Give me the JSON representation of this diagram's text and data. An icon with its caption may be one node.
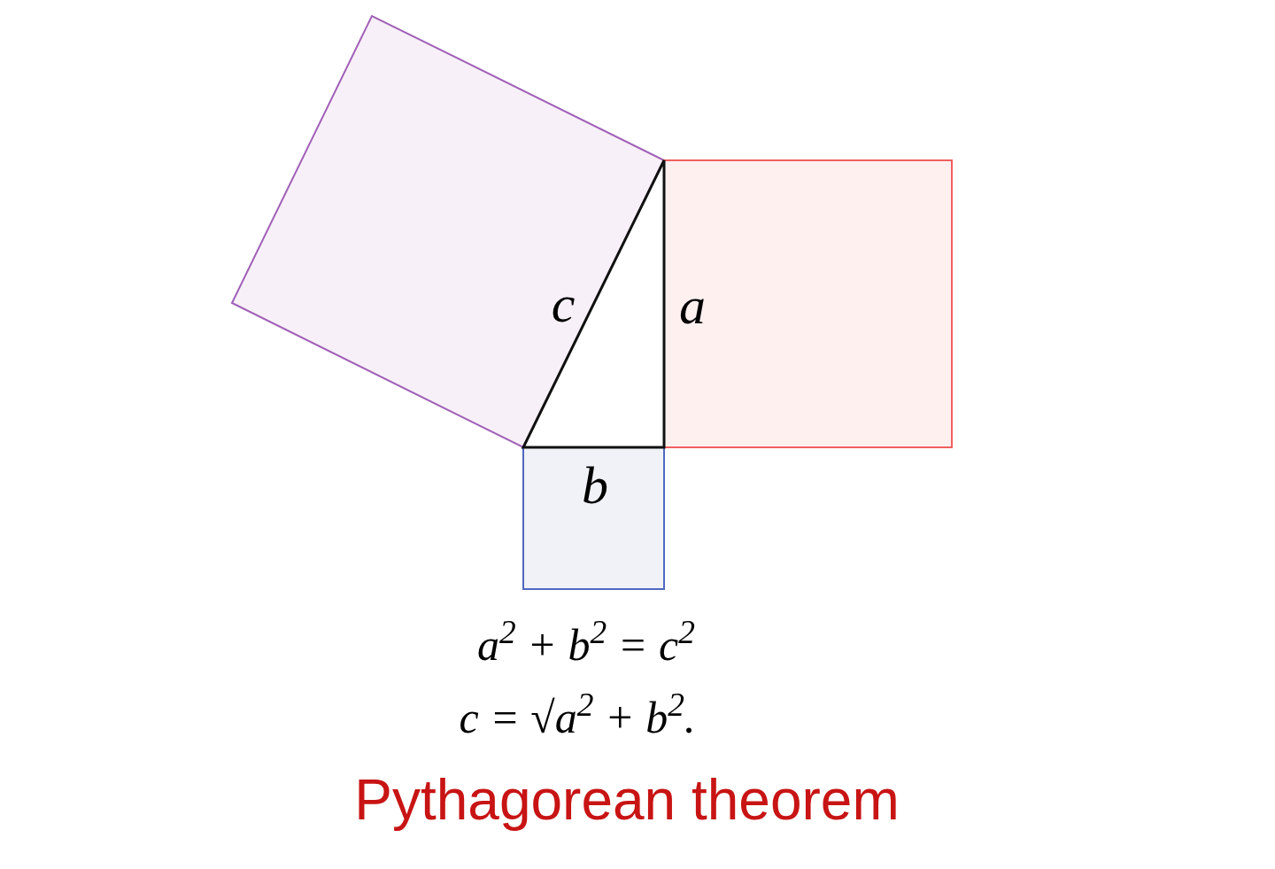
{
  "diagram": {
    "caption": "Pythagorean theorem",
    "labels": [
      "c",
      "a",
      "b",
      "a$^{2}$ + b$^{2}$ = c$^{2}$",
      "c = √a$^{2}$ + b$^{2}$."
    ]
  }
}
